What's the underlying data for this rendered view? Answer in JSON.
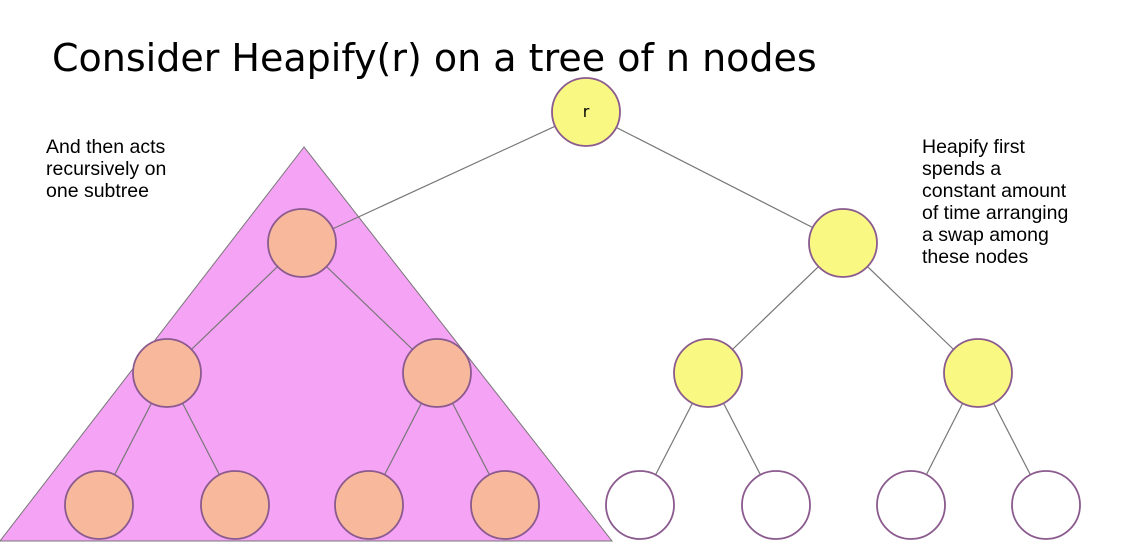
{
  "title": "Consider Heapify(r) on a tree of n nodes",
  "root_label": "r",
  "note_left": [
    "And then acts",
    "recursively on",
    "one subtree"
  ],
  "note_right": [
    "Heapify first",
    "spends a",
    "constant amount",
    "of time arranging",
    "a swap among",
    "these nodes"
  ],
  "colors": {
    "subtree_triangle": "#f5a3f5",
    "subtree_node": "#f8b89c",
    "active_node": "#f8f882",
    "other_node": "#ffffff",
    "node_border": "#8b5a8e",
    "edge": "#777777"
  }
}
